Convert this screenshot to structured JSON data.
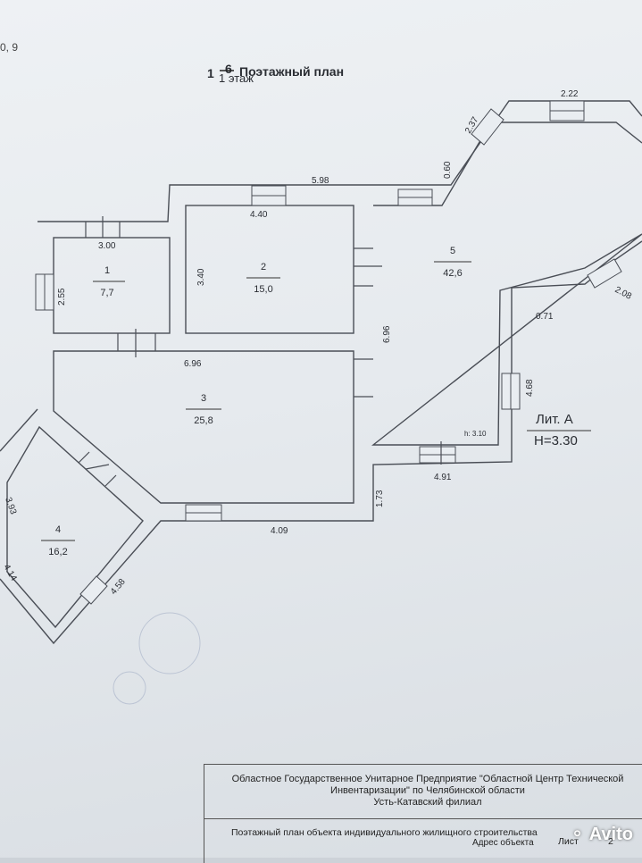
{
  "sheet": {
    "corner_mark": "0, 9",
    "title_prefix": "1",
    "title_strike": "6",
    "title_handwritten": "1 этаж",
    "title_main": "Поэтажный план"
  },
  "rooms": [
    {
      "number": "1",
      "area": "7,7"
    },
    {
      "number": "2",
      "area": "15,0"
    },
    {
      "number": "3",
      "area": "25,8"
    },
    {
      "number": "4",
      "area": "16,2"
    },
    {
      "number": "5",
      "area": "42,6"
    }
  ],
  "dimensions": {
    "d598": "5.98",
    "d440": "4.40",
    "d300": "3.00",
    "d255": "2.55",
    "d340": "3.40",
    "d696a": "6.96",
    "d696b": "6.96",
    "d222": "2.22",
    "d237": "2.37",
    "d060": "0.60",
    "d208": "2.08",
    "d071": "0.71",
    "d468": "4.68",
    "h310": "h:  3.10",
    "d491": "4.91",
    "d173": "1.73",
    "d409": "4.09",
    "d393": "3.93",
    "d414": "4.14",
    "d458": "4.58"
  },
  "lit": {
    "label": "Лит. А",
    "height": "H=3.30"
  },
  "title_block": {
    "org_line1": "Областное Государственное Унитарное Предприятие \"Областной Центр Технической",
    "org_line2": "Инвентаризации\" по Челябинской области",
    "org_line3": "Усть-Катавский филиал",
    "object": "Поэтажный план объекта индивидуального жилищного строительства",
    "address": "Адрес объекта",
    "sheet_label": "Лист",
    "sheet_no": "2"
  },
  "watermark": "Avito"
}
